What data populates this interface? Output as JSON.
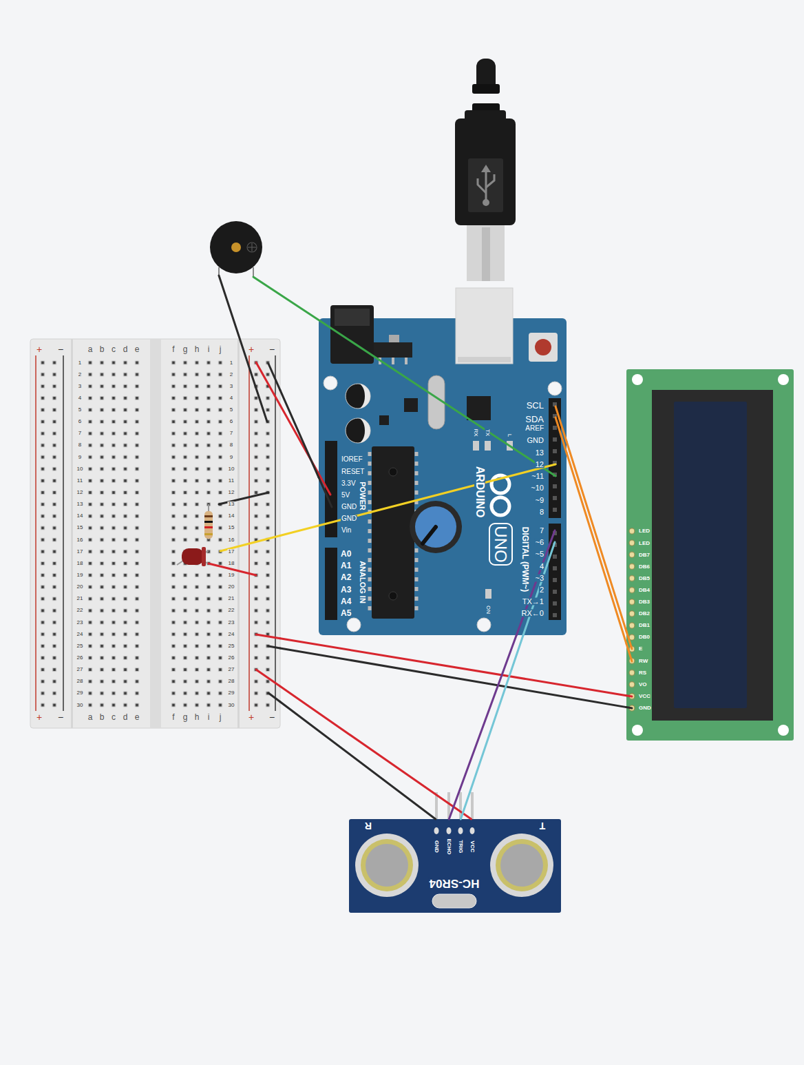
{
  "diagram": {
    "nodes": [
      {
        "text": [
          "+",
          "−",
          "a",
          "b",
          "c",
          "d",
          "e",
          "f",
          "g",
          "h",
          "i",
          "j",
          "+",
          "−",
          "1",
          "2",
          "3",
          "4",
          "5",
          "6",
          "7",
          "8",
          "9",
          "10",
          "11",
          "12",
          "13",
          "14",
          "15",
          "16",
          "17",
          "18",
          "19",
          "20",
          "21",
          "22",
          "23",
          "24",
          "25",
          "26",
          "27",
          "28",
          "29",
          "30",
          "1",
          "2",
          "3",
          "4",
          "5",
          "6",
          "7",
          "8",
          "9",
          "10",
          "11",
          "12",
          "13",
          "14",
          "15",
          "16",
          "17",
          "18",
          "19",
          "20",
          "21",
          "22",
          "23",
          "24",
          "25",
          "26",
          "27",
          "28",
          "29",
          "30",
          "+",
          "−",
          "a",
          "b",
          "c",
          "d",
          "e",
          "f",
          "g",
          "h",
          "i",
          "j",
          "+",
          "−"
        ]
      },
      {
        "text": [
          "SCL",
          "SDA",
          "AREF",
          "GND",
          "13",
          "12",
          "~11",
          "~10",
          "~9",
          "8",
          "7",
          "~6",
          "~5",
          "4",
          "~3",
          "2",
          "TX→1",
          "RX←0",
          "DIGITAL (PWM~)",
          "RX",
          "TX",
          "L",
          "ARDUINO",
          "UNO",
          "ON",
          "IOREF",
          "RESET",
          "3.3V",
          "5V",
          "GND",
          "GND",
          "Vin",
          "POWER",
          "A0",
          "A1",
          "A2",
          "A3",
          "A4",
          "A5",
          "ANALOG IN"
        ]
      },
      {
        "text": [
          "LED",
          "LED",
          "DB7",
          "DB6",
          "DB5",
          "DB4",
          "DB3",
          "DB2",
          "DB1",
          "DB0",
          "E",
          "RW",
          "RS",
          "VO",
          "VCC",
          "GND"
        ]
      },
      {
        "text": [
          "R",
          "GND",
          "ECHO",
          "TRIG",
          "VCC",
          "T",
          "HC-SR04"
        ]
      }
    ],
    "edges": [
      {
        "from": 1,
        "to": 0,
        "arrow": "none"
      },
      {
        "from": 1,
        "to": 0,
        "arrow": "none"
      },
      {
        "from": 0,
        "to": 1,
        "arrow": "none"
      },
      {
        "from": 1,
        "to": 2,
        "arrow": "none"
      },
      {
        "from": 1,
        "to": 2,
        "arrow": "none"
      },
      {
        "from": 0,
        "to": 2,
        "arrow": "none"
      },
      {
        "from": 0,
        "to": 2,
        "arrow": "none"
      },
      {
        "from": 0,
        "to": 3,
        "arrow": "none"
      },
      {
        "from": 0,
        "to": 3,
        "arrow": "none"
      },
      {
        "from": 1,
        "to": 3,
        "arrow": "none"
      },
      {
        "from": 1,
        "to": 3,
        "arrow": "none"
      }
    ]
  }
}
